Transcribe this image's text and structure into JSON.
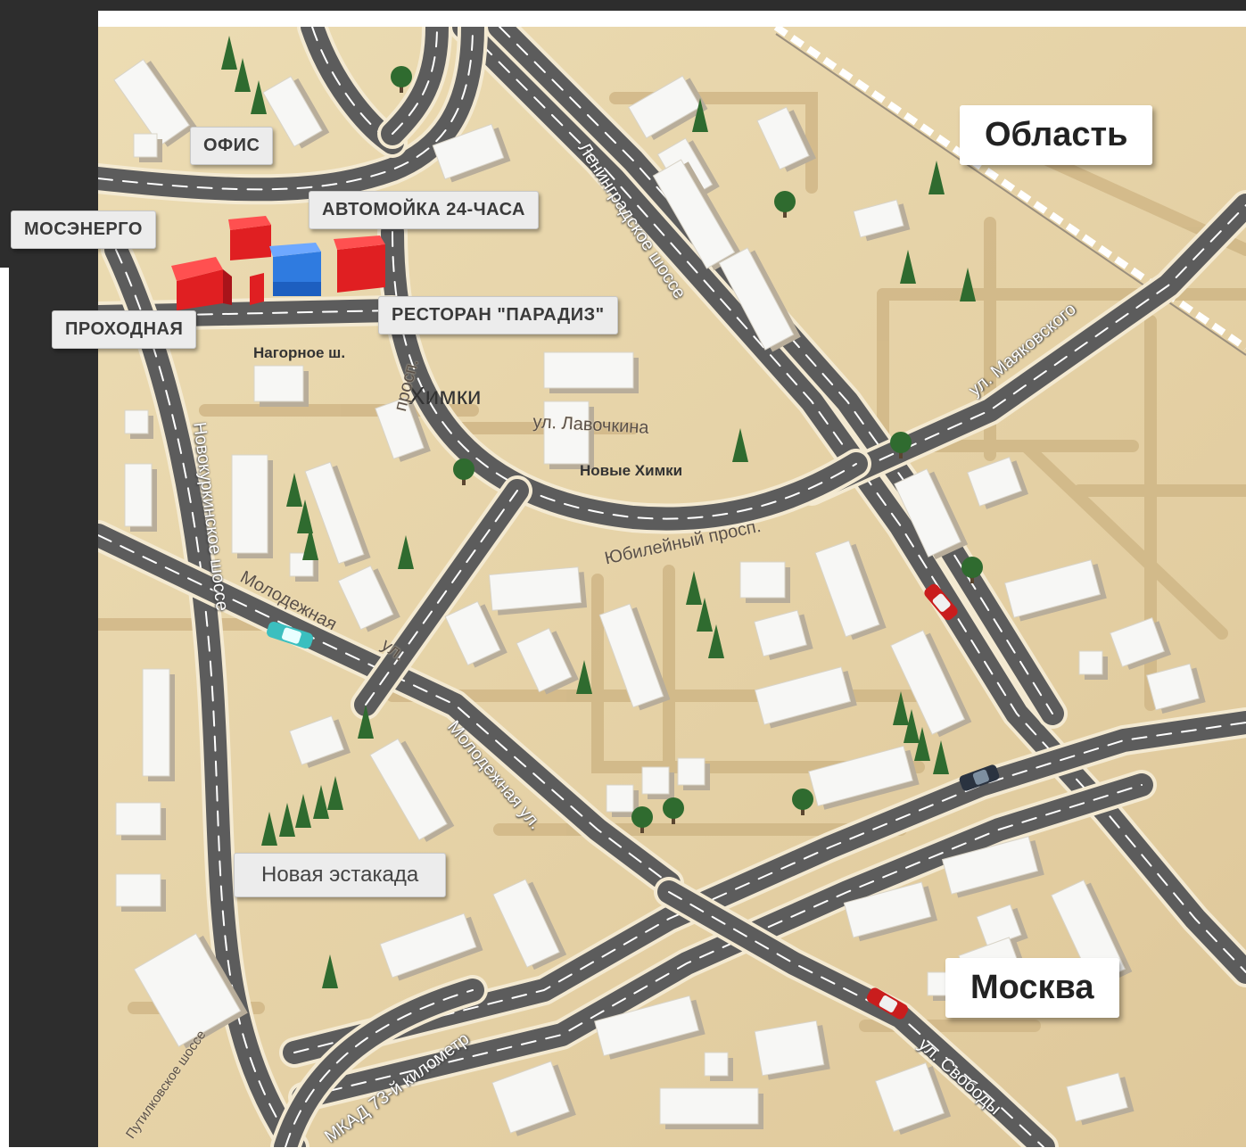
{
  "regions": {
    "oblast": "Область",
    "moskva": "Москва"
  },
  "callouts": {
    "ofis": "ОФИС",
    "avtomoika": "АВТОМОЙКА 24-ЧАСА",
    "mosenergo": "МОСЭНЕРГО",
    "prokhodnaya": "ПРОХОДНАЯ",
    "restoran": "РЕСТОРАН \"ПАРАДИЗ\"",
    "estakada": "Новая эстакада"
  },
  "places": {
    "khimki": "Химки",
    "novye_khimki": "Новые Химки",
    "nagornoe": "Нагорное ш."
  },
  "streets": {
    "leningradskoe": "Ленинградское шоссе",
    "mayakovskogo": "ул. Маяковского",
    "lavochkina": "ул. Лавочкина",
    "yubileyny": "Юбилейный просп.",
    "yubileyny_short": "просп.",
    "molodezhnaya_left": "Молодежная",
    "molodezhnaya_ul": "ул.",
    "molodezhnaya_main": "Молодежная ул.",
    "novokurkinskoe": "Новокуркинское шоссе",
    "putilkovskoe": "Путилковское шоссе",
    "mkad": "МКАД 73-й километр",
    "svobody": "ул. Свободы"
  },
  "colors": {
    "background": "#e3d0a3",
    "road": "#5c5c5c",
    "road_edge": "#f4ead2",
    "lane_mark": "#ffffff",
    "building": "#f7f7f5",
    "highlight_red": "#e01f22",
    "highlight_blue": "#2f7be0",
    "tree": "#2f6b2f",
    "frame": "#2d2d2d"
  }
}
